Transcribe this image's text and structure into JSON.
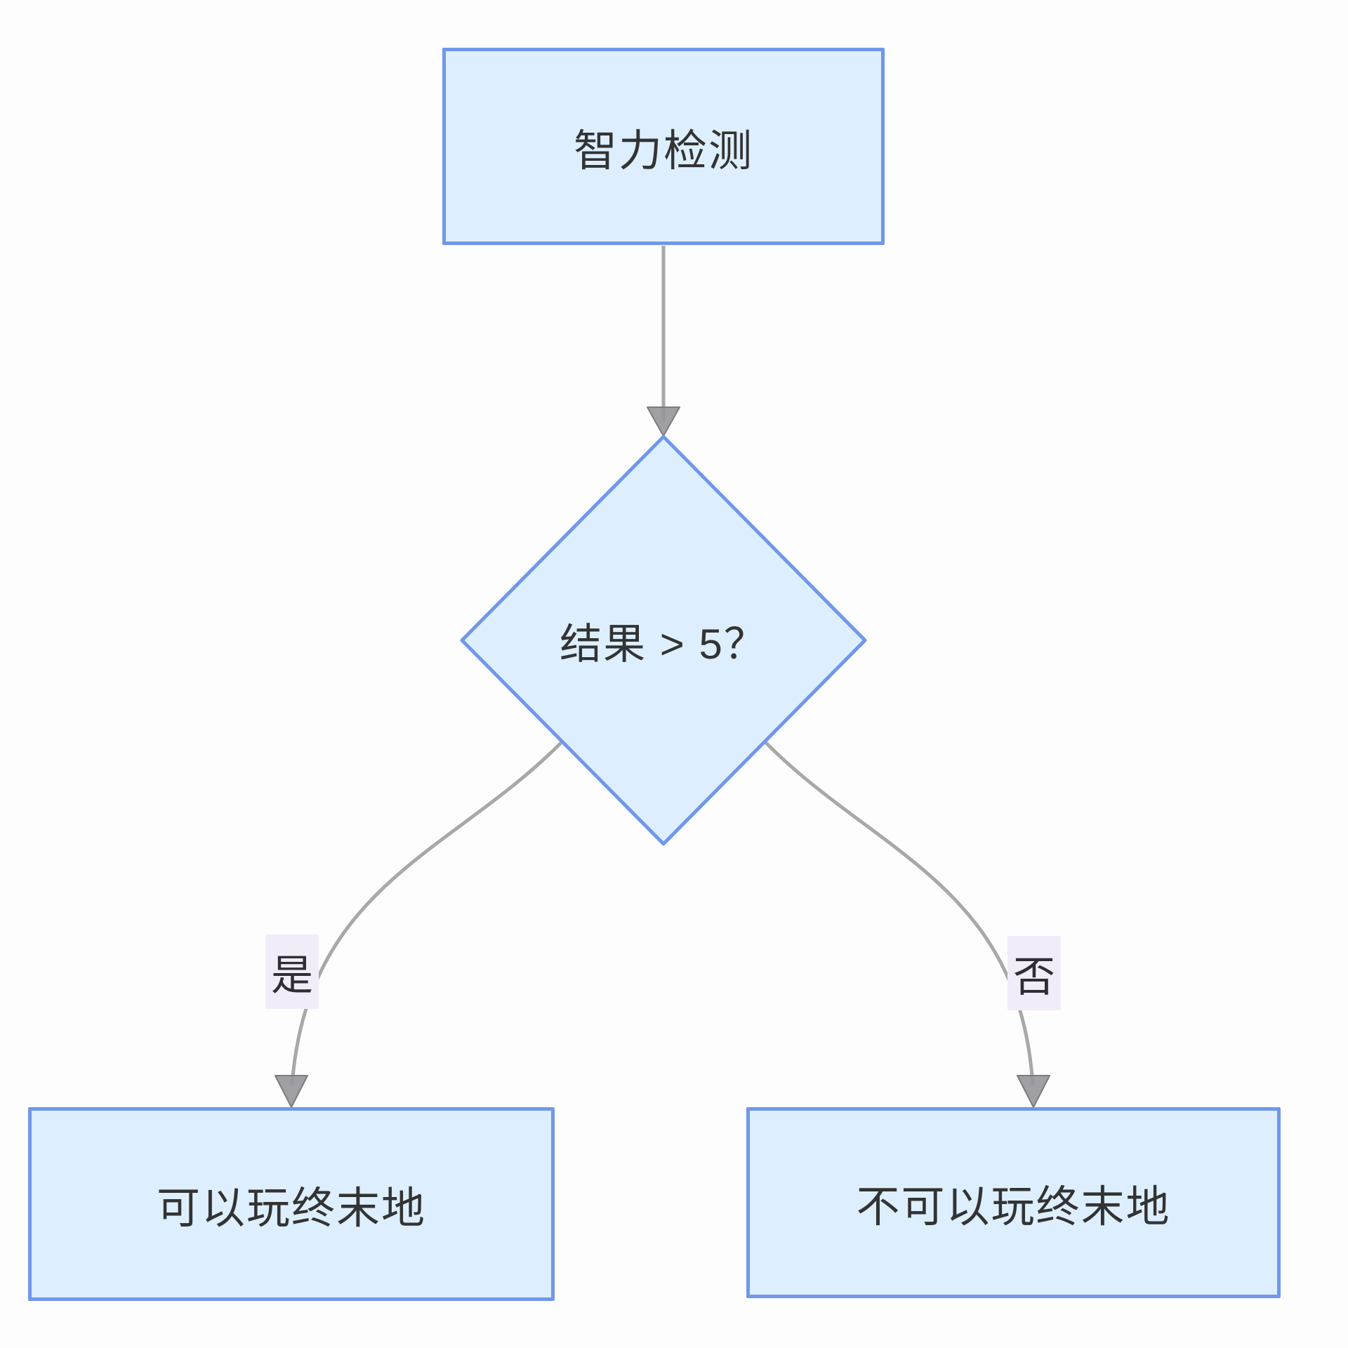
{
  "diagram": {
    "type": "flowchart",
    "direction": "top-down",
    "nodes": [
      {
        "id": "start",
        "shape": "rectangle",
        "label": "智力检测"
      },
      {
        "id": "decision",
        "shape": "diamond",
        "label": "结果 > 5？"
      },
      {
        "id": "yes-result",
        "shape": "rectangle",
        "label": "可以玩终末地"
      },
      {
        "id": "no-result",
        "shape": "rectangle",
        "label": "不可以玩终末地"
      }
    ],
    "edges": [
      {
        "from": "start",
        "to": "decision",
        "label": ""
      },
      {
        "from": "decision",
        "to": "yes-result",
        "label": "是"
      },
      {
        "from": "decision",
        "to": "no-result",
        "label": "否"
      }
    ],
    "colors": {
      "node_fill": "#ddefff",
      "node_border": "#7097ea",
      "node_text": "#333333",
      "edge_line": "#a8a8a8",
      "arrowhead": "#95959a",
      "edge_label_bg": "#f2ecf8",
      "canvas_bg": "#fdfdfd"
    }
  }
}
